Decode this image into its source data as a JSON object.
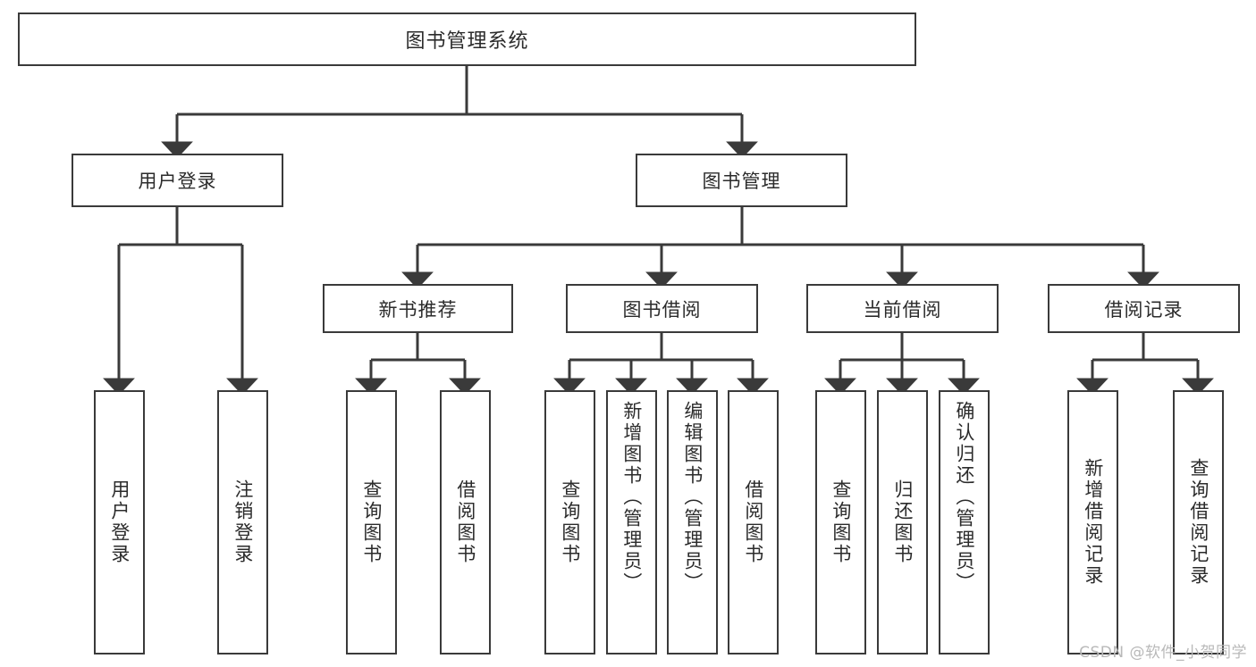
{
  "diagram": {
    "title": "图书管理系统",
    "type": "hierarchy-tree",
    "watermark": "CSDN @软件_小贺同学",
    "root": {
      "label": "图书管理系统"
    },
    "level1": [
      {
        "label": "用户登录"
      },
      {
        "label": "图书管理"
      }
    ],
    "level2": [
      {
        "label": "新书推荐"
      },
      {
        "label": "图书借阅"
      },
      {
        "label": "当前借阅"
      },
      {
        "label": "借阅记录"
      }
    ],
    "leaves": {
      "user_login": [
        {
          "label": "用户登录"
        },
        {
          "label": "注销登录"
        }
      ],
      "new_book_recommend": [
        {
          "label": "查询图书"
        },
        {
          "label": "借阅图书"
        }
      ],
      "book_borrow": [
        {
          "label": "查询图书"
        },
        {
          "label": "新增图书（管理员）"
        },
        {
          "label": "编辑图书（管理员）"
        },
        {
          "label": "借阅图书"
        }
      ],
      "current_borrow": [
        {
          "label": "查询图书"
        },
        {
          "label": "归还图书"
        },
        {
          "label": "确认归还（管理员）"
        }
      ],
      "borrow_record": [
        {
          "label": "新增借阅记录"
        },
        {
          "label": "查询借阅记录"
        }
      ]
    },
    "colors": {
      "stroke": "#3a3a3a",
      "text": "#2b2b2b",
      "background": "#ffffff",
      "watermark": "#b9b9b9"
    }
  }
}
